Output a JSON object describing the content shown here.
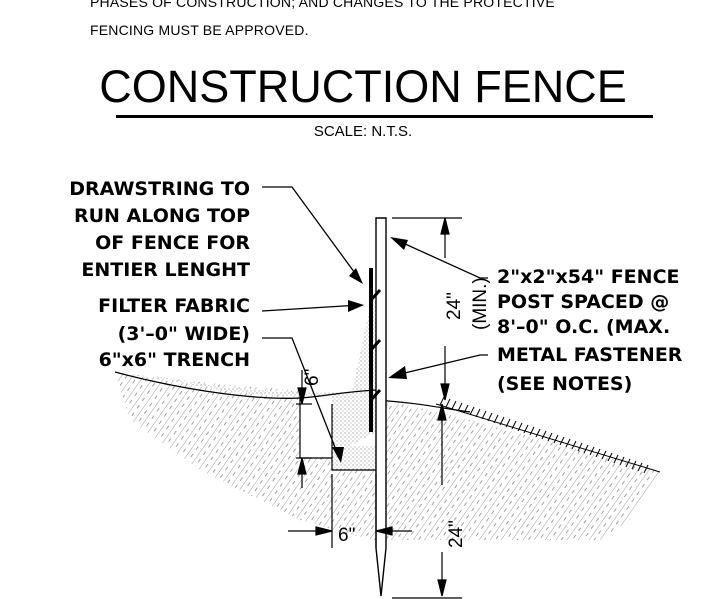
{
  "notes": {
    "line1": "PHASES OF CONSTRUCTION; AND CHANGES TO THE PROTECTIVE",
    "line2": "FENCING MUST BE APPROVED."
  },
  "title": "CONSTRUCTION FENCE",
  "scale": "SCALE: N.T.S.",
  "labels": {
    "drawstring": [
      "DRAWSTRING TO",
      "RUN ALONG TOP",
      "OF FENCE FOR",
      "ENTIER LENGHT"
    ],
    "filter_fabric": [
      "FILTER FABRIC",
      "(3'–0\" WIDE)"
    ],
    "trench": "6\"x6\" TRENCH",
    "post": [
      "2\"x2\"x54\" FENCE",
      "POST SPACED @",
      "8'–0\" O.C. (MAX."
    ],
    "fastener": [
      "METAL FASTENER",
      "(SEE NOTES)"
    ]
  },
  "dimensions": {
    "post_above": "24\"",
    "post_above_min": "(MIN.)",
    "trench_depth": "6\"",
    "trench_width": "6\"",
    "post_embed": "24\""
  }
}
